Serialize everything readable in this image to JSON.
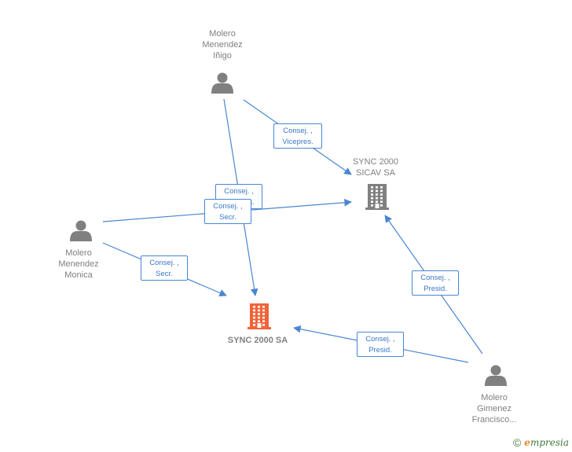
{
  "colors": {
    "person": "#808080",
    "company": "#808080",
    "main_company": "#f0643a",
    "edge": "#4a86d0",
    "edge_text": "#3a78c8"
  },
  "nodes": [
    {
      "id": "inigo",
      "kind": "person",
      "icon": "person-icon",
      "label": "Molero\nMenendez\nIñigo"
    },
    {
      "id": "monica",
      "kind": "person",
      "icon": "person-icon",
      "label": "Molero\nMenendez\nMonica"
    },
    {
      "id": "francisco",
      "kind": "person",
      "icon": "person-icon",
      "label": "Molero\nGimenez\nFrancisco..."
    },
    {
      "id": "sicav",
      "kind": "company",
      "icon": "building-icon",
      "label": "SYNC 2000\nSICAV SA"
    },
    {
      "id": "sync",
      "kind": "main-company",
      "icon": "building-icon",
      "label": "SYNC 2000 SA"
    }
  ],
  "edges": [
    {
      "from": "inigo",
      "to": "sicav",
      "line1": "Consej. ,",
      "line2": "Vicepres."
    },
    {
      "from": "inigo",
      "to": "sync",
      "line1": "Consej. ,",
      "line2": "Vicepres."
    },
    {
      "from": "monica",
      "to": "sicav",
      "line1": "Consej. ,",
      "line2": "Secr."
    },
    {
      "from": "monica",
      "to": "sync",
      "line1": "Consej. ,",
      "line2": "Secr."
    },
    {
      "from": "francisco",
      "to": "sicav",
      "line1": "Consej. ,",
      "line2": "Presid."
    },
    {
      "from": "francisco",
      "to": "sync",
      "line1": "Consej. ,",
      "line2": "Presid."
    }
  ],
  "watermark": {
    "copyright": "©",
    "brand_initial": "e",
    "brand_rest": "mpresia"
  }
}
